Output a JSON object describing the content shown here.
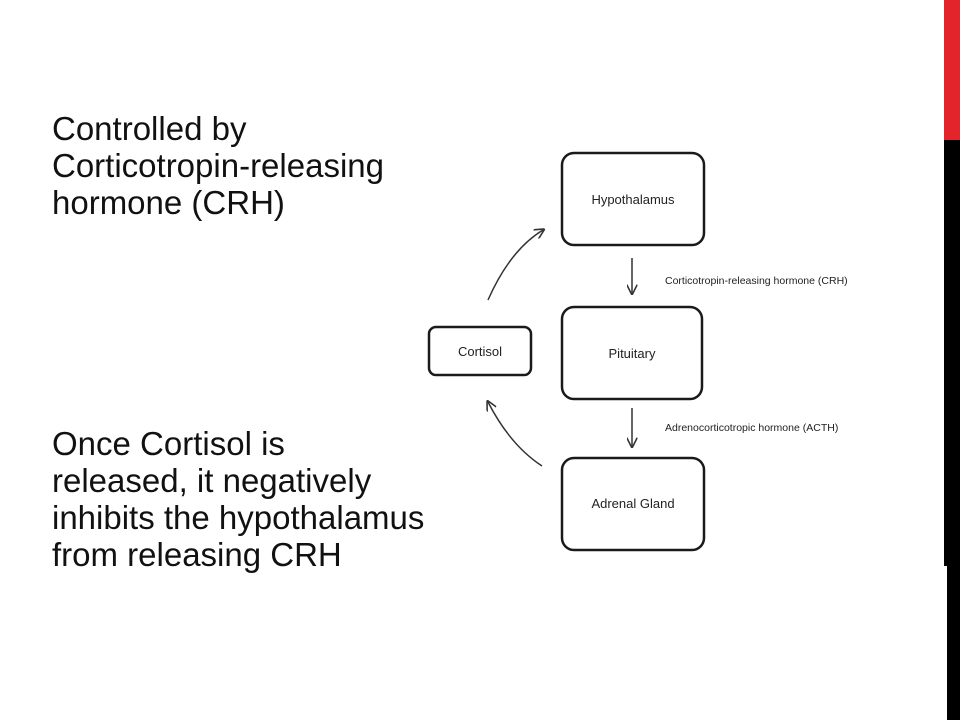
{
  "slide": {
    "paragraph1": [
      "Controlled by",
      "Corticotropin-releasing",
      "hormone (CRH)"
    ],
    "paragraph2": [
      "Once Cortisol is",
      "released, it negatively",
      "inhibits the hypothalamus",
      "from releasing CRH"
    ]
  },
  "diagram": {
    "nodes": {
      "hypothalamus": "Hypothalamus",
      "pituitary": "Pituitary",
      "adrenal": "Adrenal Gland",
      "cortisol": "Cortisol"
    },
    "edges": {
      "hypothalamus_to_pituitary": "Corticotropin-releasing hormone (CRH)",
      "pituitary_to_adrenal": "Adrenocorticotropic hormone (ACTH)"
    }
  },
  "colors": {
    "accent_red": "#e3242b",
    "edge_black": "#000000"
  }
}
